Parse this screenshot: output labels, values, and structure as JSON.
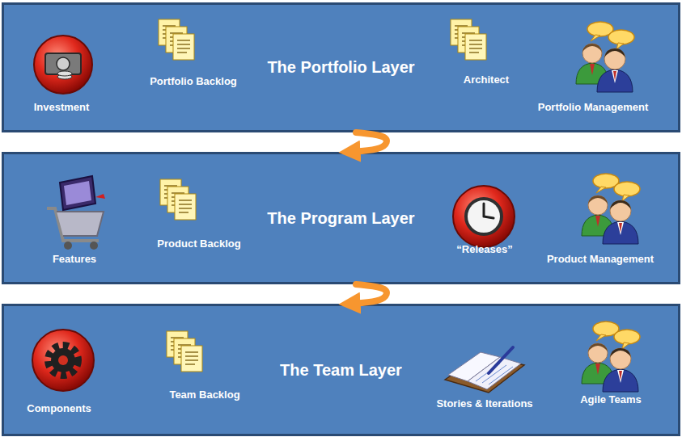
{
  "diagram": {
    "nodes": [
      {
        "text": [
          "The Portfolio Layer"
        ]
      },
      {
        "text": [
          "The Program Layer"
        ]
      },
      {
        "text": [
          "The Team Layer"
        ]
      }
    ],
    "edges": [
      {
        "from": 0,
        "to": 1,
        "arrow": "to"
      },
      {
        "from": 1,
        "to": 2,
        "arrow": "to"
      }
    ],
    "labels": [
      "Investment",
      "Portfolio Backlog",
      "Architect",
      "Portfolio Management",
      "Features",
      "Product Backlog",
      "“Releases”",
      "Product Management",
      "Components",
      "Team Backlog",
      "Stories & Iterations",
      "Agile Teams"
    ]
  }
}
